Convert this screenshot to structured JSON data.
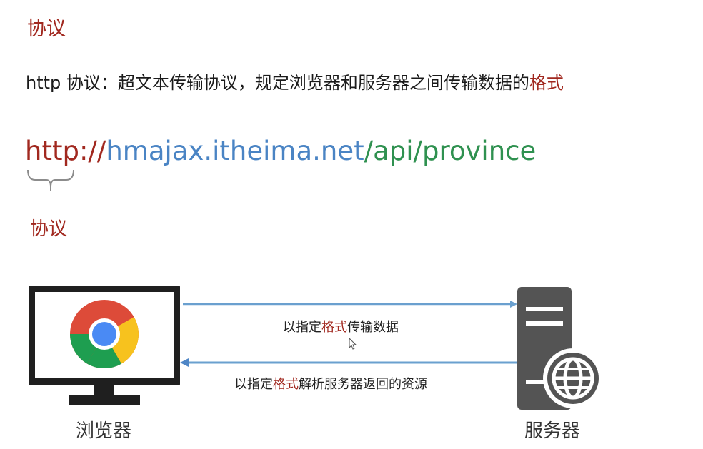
{
  "heading": "协议",
  "description": {
    "prefix": "http 协议：超文本传输协议，规定浏览器和服务器之间传输数据的",
    "highlight": "格式"
  },
  "url": {
    "scheme": "http",
    "separator": "://",
    "host": "hmajax.itheima.net",
    "path": "/api/province"
  },
  "protocol_label": "协议",
  "diagram": {
    "browser_label": "浏览器",
    "server_label": "服务器",
    "request_arrow": {
      "prefix": "以指定",
      "highlight": "格式",
      "suffix": "传输数据"
    },
    "response_arrow": {
      "prefix": "以指定",
      "highlight": "格式",
      "suffix": "解析服务器返回的资源"
    },
    "icons": {
      "browser": "chrome-icon",
      "monitor": "monitor-icon",
      "server": "server-icon",
      "globe": "globe-icon"
    },
    "colors": {
      "accent_red": "#a1281f",
      "host_blue": "#4a84c4",
      "path_green": "#2f9150",
      "arrow_blue": "#6aa0cf"
    }
  }
}
